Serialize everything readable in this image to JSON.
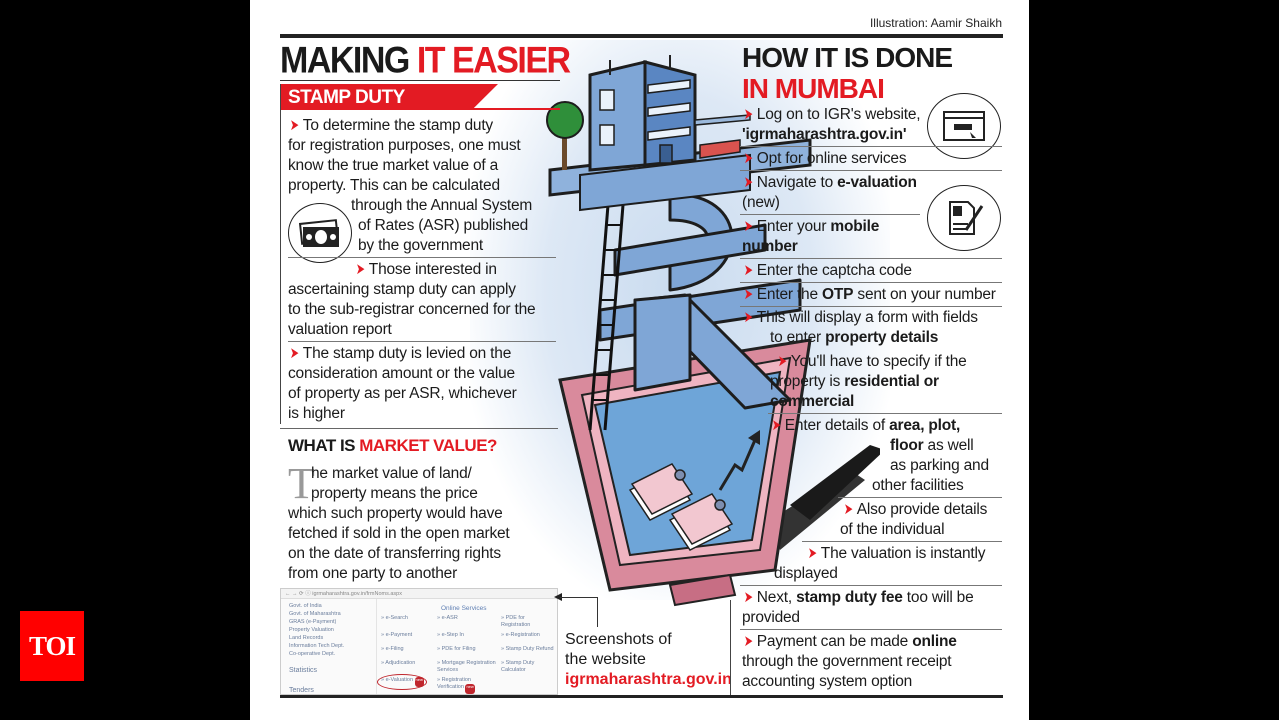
{
  "publisher": {
    "logo_text": "TOI",
    "logo_color": "#ff0000"
  },
  "credit": "Illustration: Aamir Shaikh",
  "left": {
    "headline_part1": "MAKING ",
    "headline_part2": "IT EASIER",
    "section": "STAMP DUTY",
    "paragraphs": [
      [
        "To determine the stamp duty",
        "for registration purposes, one must",
        "know the true market value of a",
        "property. This can be calculated",
        "through the Annual System",
        "of Rates (ASR) published",
        "by the government"
      ],
      [
        "Those interested in",
        "ascertaining stamp duty can apply",
        "to the sub-registrar concerned for the",
        "valuation report"
      ],
      [
        "The stamp duty is levied on the",
        "consideration amount or the value",
        "of property as per ASR, whichever",
        "is higher"
      ]
    ],
    "market_value": {
      "title_part1": "WHAT IS ",
      "title_part2": "MARKET VALUE?",
      "dropcap": "T",
      "lines": [
        "he market value of land/",
        "property means the price",
        "which such property would have",
        "fetched if sold in the open market",
        "on the date of transferring rights",
        "from one party to another"
      ]
    }
  },
  "screenshot": {
    "url": "igrmaharashtra.gov.in/frmNoms.aspx",
    "sidebar": [
      "Govt. of India",
      "Govt. of Maharashtra",
      "GRAS (e-Payment)",
      "Property Valuation",
      "Land Records",
      "Information Tech Dept.",
      "Co-operative Dept."
    ],
    "sidebar_big": [
      "Statistics",
      "Tenders"
    ],
    "services_title": "Online Services",
    "services": [
      "» e-Search",
      "» e-ASR",
      "» PDE for Registration",
      "» e-Payment",
      "» e-Step In",
      "» e-Registration",
      "» e-Filing",
      "» PDE for Filing",
      "» Stamp Duty Refund",
      "» Adjudication",
      "» Mortgage Registration Services",
      "» Stamp Duty Calculator",
      "» e-Valuation",
      "» Registration Verification",
      ""
    ],
    "new_badge": "new"
  },
  "caption": {
    "line1": "Screenshots of",
    "line2": "the website",
    "url": "igrmaharashtra.gov.in"
  },
  "right": {
    "headline_line1": "HOW IT IS DONE",
    "headline_line2": "IN MUMBAI",
    "steps": [
      {
        "pre": "Log on to IGR's website,",
        "bold": "'igrmaharashtra.gov.in'",
        "post": ""
      },
      {
        "pre": "Opt for online services",
        "bold": "",
        "post": ""
      },
      {
        "pre": "Navigate to ",
        "bold": "e-valuation",
        "post": "(new)"
      },
      {
        "pre": "Enter your ",
        "bold": "mobile",
        "post": "number"
      },
      {
        "pre": "Enter the captcha code",
        "bold": "",
        "post": ""
      },
      {
        "pre": "Enter the ",
        "bold": "OTP",
        "post": " sent on your number"
      },
      {
        "pre": "This will display a form with fields",
        "mid": "to enter ",
        "bold": "property details",
        "post": ""
      },
      {
        "pre": "You'll have to specify if the",
        "mid": "property is ",
        "bold": "residential or",
        "post": "commercial"
      },
      {
        "pre": "Enter details of ",
        "bold": "area, plot,",
        "bold2": "floor",
        "post": " as well",
        "post2": "as parking and",
        "post3": "other facilities"
      },
      {
        "pre": "Also provide details",
        "post": "of the individual"
      },
      {
        "pre": "The valuation is instantly",
        "post": "displayed"
      },
      {
        "pre": "Next, ",
        "bold": "stamp duty fee",
        "post": " too will be",
        "post2": "provided"
      },
      {
        "pre": "Payment can be made ",
        "bold": "online",
        "post": "through the government receipt",
        "post2": "accounting system option"
      }
    ]
  },
  "colors": {
    "accent_red": "#e31b23",
    "text": "#1b1b1b",
    "illustration_blue": "#7fa6d6",
    "monitor_pink": "#d98a9c"
  }
}
